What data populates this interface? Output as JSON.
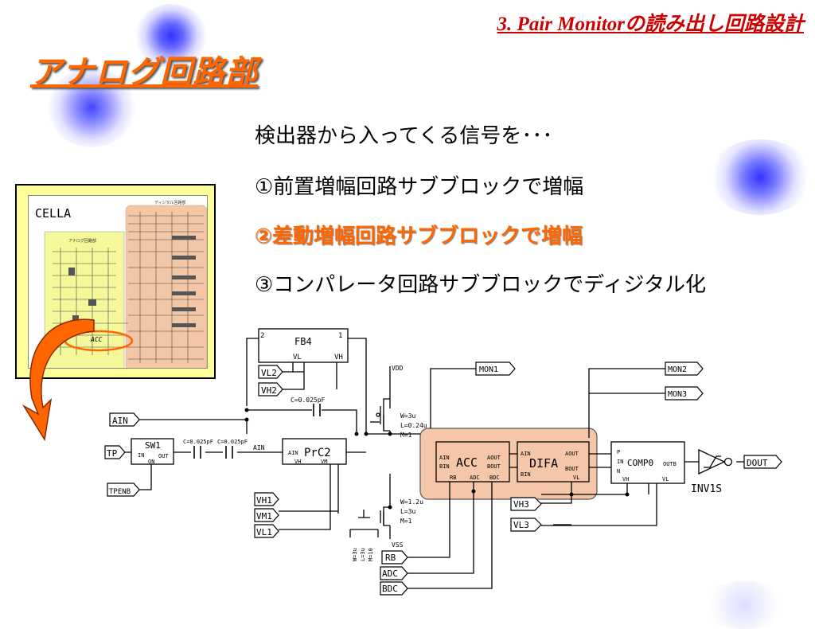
{
  "header": {
    "subtitle": "3. Pair Monitorの読み出し回路設計",
    "title": "アナログ回路部"
  },
  "bullets": [
    "検出器から入ってくる信号を･･･",
    "①前置増幅回路サブブロックで増幅",
    "②差動増幅回路サブブロックで増幅",
    "③コンパレータ回路サブブロックでディジタル化"
  ],
  "highlighted_bullet": 2,
  "inset": {
    "label": "CELLA",
    "analog_title": "アナログ回路部",
    "digital_title": "ディジタル回路部",
    "highlight_label": "ACC"
  },
  "colors": {
    "title": "#ff6600",
    "subtitle": "#cc0000",
    "highlight_fill": "#f5c6a8",
    "inset_border": "#ffff99",
    "arrow": "#ff6600"
  },
  "circuit": {
    "fb4": {
      "name": "FB4",
      "pin_left": "2",
      "pin_right": "1",
      "vl": "VL",
      "vh": "VH"
    },
    "vl2": "VL2",
    "vh2": "VH2",
    "cap_fb": "C=0.025pF",
    "ain_in": "AIN",
    "tp": "TP",
    "tpenb": "TPENB",
    "sw1": {
      "name": "SW1",
      "in": "IN",
      "out": "OUT",
      "on": "ON"
    },
    "cap_left": "C=0.025pF",
    "cap_right": "C=0.025pF",
    "ain_label": "AIN",
    "prc2": {
      "name": "PrC2",
      "ain": "AIN",
      "vh": "VH",
      "vm": "VM"
    },
    "vh1": "VH1",
    "vm1": "VM1",
    "vl1": "VL1",
    "vdd": "VDD",
    "vss": "VSS",
    "pmos": [
      "W=3u",
      "L=0.24u",
      "M=1"
    ],
    "nmos": [
      "W=1.2u",
      "L=3u",
      "M=1"
    ],
    "bias": [
      "W=3u",
      "L=3u",
      "M=10"
    ],
    "acc": {
      "name": "ACC",
      "ain": "AIN",
      "bin": "BIN",
      "aout": "AOUT",
      "bout": "BOUT",
      "rb": "RB",
      "adc": "ADC",
      "bdc": "BDC"
    },
    "difa": {
      "name": "DIFA",
      "ain": "AIN",
      "bin": "BIN",
      "aout": "AOUT",
      "bout": "BOUT",
      "vl": "VL"
    },
    "comp0": {
      "name": "COMP0",
      "p": "P",
      "in": "IN",
      "n": "N",
      "outb": "OUTB",
      "vh": "VH",
      "vl": "VL"
    },
    "mon1": "MON1",
    "mon2": "MON2",
    "mon3": "MON3",
    "vh3": "VH3",
    "vl3": "VL3",
    "rb": "RB",
    "adc": "ADC",
    "bdc": "BDC",
    "dout": "DOUT",
    "inv": "INV1S"
  }
}
